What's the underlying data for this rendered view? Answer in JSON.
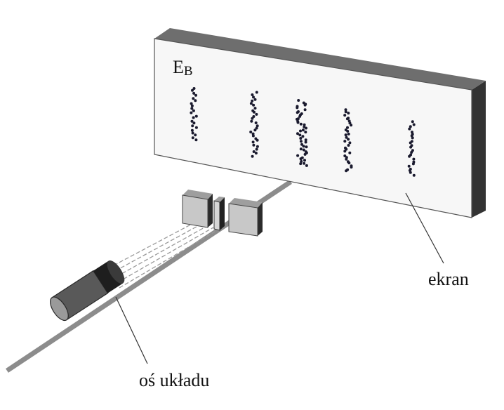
{
  "diagram": {
    "screen_title": "E",
    "screen_title_subscript": "B",
    "label_screen": "ekran",
    "label_axis": "oś układu"
  },
  "colors": {
    "background": "#ffffff",
    "screen_face": "#f7f7f7",
    "screen_frame": "#6e6e6e",
    "screen_side": "#333333",
    "rail": "#8c8c8c",
    "slit_block": "#c8c8c8",
    "dots": "#1a1a2e",
    "source_body": "#555555"
  },
  "icons": {
    "source": "electron-gun-icon",
    "slit": "double-slit-icon"
  }
}
